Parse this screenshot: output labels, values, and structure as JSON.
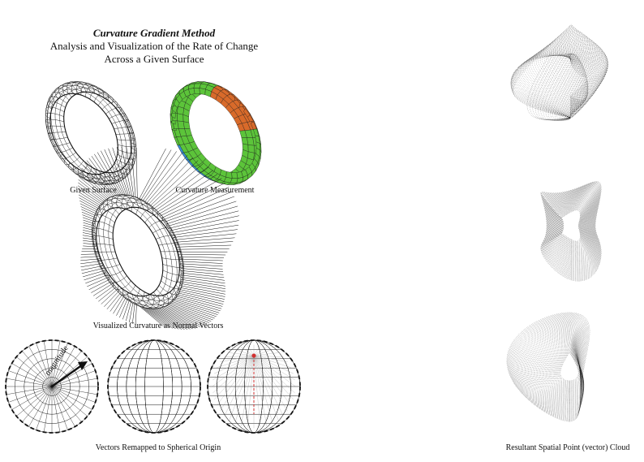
{
  "header": {
    "title": "Curvature Gradient Method",
    "subtitle_line1": "Analysis and Visualization of the Rate of Change",
    "subtitle_line2": "Across a Given Surface"
  },
  "captions": {
    "given_surface": "Given Surface",
    "curvature_measurement": "Curvature Measurement",
    "normal_vectors": "Visualized Curvature as Normal Vectors",
    "spherical_origin": "Vectors Remapped to Spherical Origin",
    "point_cloud": "Resultant Spatial Point (vector) Cloud"
  },
  "labels": {
    "magnitude": "magnitude"
  },
  "colors": {
    "ink": "#111111",
    "curvature_green": "#5cc43a",
    "curvature_blue": "#3a8fd8",
    "curvature_orange": "#d86a2a",
    "marker_red": "#d23030"
  }
}
